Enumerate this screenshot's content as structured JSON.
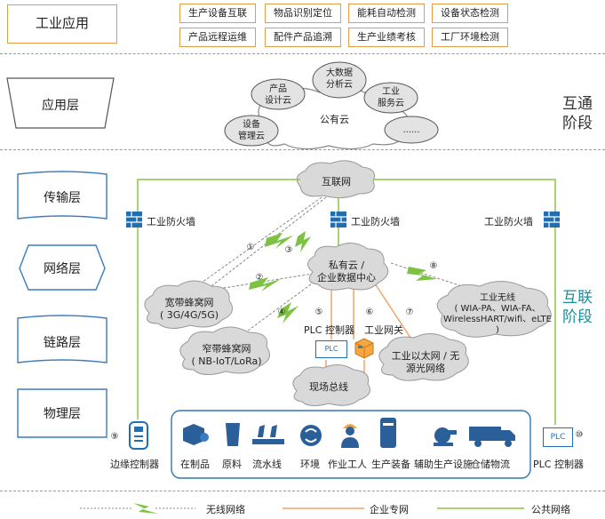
{
  "top": {
    "title": "工业应用",
    "apps": [
      "生产设备互联",
      "物品识别定位",
      "能耗自动检测",
      "设备状态检测",
      "产品远程运维",
      "配件产品追溯",
      "生产业绩考核",
      "工厂环境检测"
    ]
  },
  "layers": {
    "application": "应用层",
    "transport": "传输层",
    "network": "网络层",
    "link": "链路层",
    "physical": "物理层"
  },
  "phases": {
    "interconnect": [
      "互通",
      "阶段"
    ],
    "interlink": [
      "互联",
      "阶段"
    ]
  },
  "cloud": {
    "public": "公有云",
    "design": [
      "产品",
      "设计云"
    ],
    "bigdata": [
      "大数据",
      "分析云"
    ],
    "service": [
      "工业",
      "服务云"
    ],
    "mgmt": [
      "设备",
      "管理云"
    ],
    "more": "......"
  },
  "network": {
    "internet": "互联网",
    "firewall": "工业防火墙",
    "private_cloud": [
      "私有云 /",
      "企业数据中心"
    ],
    "broadband": [
      "宽带蜂窝网",
      "( 3G/4G/5G)"
    ],
    "narrowband": [
      "窄带蜂窝网",
      "( NB-IoT/LoRa)"
    ],
    "wireless": [
      "工业无线",
      "( WIA-PA、WIA-FA、",
      "WirelessHART/wifi、eLTE )"
    ],
    "ethernet": [
      "工业以太网 / 无",
      "源光网络"
    ],
    "fieldbus": "现场总线",
    "plc": "PLC 控制器",
    "gateway": "工业网关",
    "plc_tag": "PLC"
  },
  "markers": [
    "①",
    "②",
    "③",
    "④",
    "⑤",
    "⑥",
    "⑦",
    "⑧",
    "⑨",
    "⑩"
  ],
  "devices": {
    "edge": "边缘控制器",
    "items": [
      "在制品",
      "原料",
      "流水线",
      "环境",
      "作业工人",
      "生产装备",
      "辅助生产设施",
      "仓储物流"
    ],
    "plc_right": "PLC 控制器"
  },
  "legend": {
    "wireless": "无线网络",
    "enterprise": "企业专网",
    "public": "公共网络"
  },
  "colors": {
    "orange": "#e59a4a",
    "green": "#8cc63f",
    "blue": "#1f77b4"
  }
}
